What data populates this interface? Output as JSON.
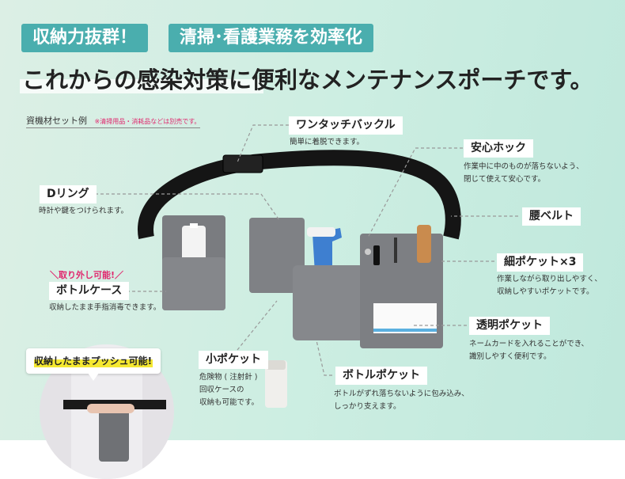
{
  "tags": [
    "収納力抜群！",
    "清掃･看護業務を効率化"
  ],
  "headline": "これからの感染対策に便利なメンテナンスポーチです。",
  "set_example": {
    "label": "資機材セット例",
    "note": "※清掃用品・消耗品などは別売です。"
  },
  "features": {
    "buckle": {
      "title": "ワンタッチバックル",
      "desc": [
        "簡単に着脱できます。"
      ]
    },
    "hook": {
      "title": "安心ホック",
      "desc": [
        "作業中に中のものが落ちないよう、",
        "閉じて使えて安心です。"
      ]
    },
    "dring": {
      "title": "Dリング",
      "desc": [
        "時計や鍵をつけられます。"
      ]
    },
    "belt": {
      "title": "腰ベルト"
    },
    "bottle_case": {
      "badge": "取り外し可能!",
      "title": "ボトルケース",
      "desc": [
        "収納したまま手指消毒できます。"
      ]
    },
    "slim_pocket": {
      "title": "細ポケット×3",
      "desc": [
        "作業しながら取り出しやすく、",
        "収納しやすいポケットです。"
      ]
    },
    "clear_pocket": {
      "title": "透明ポケット",
      "desc": [
        "ネームカードを入れることができ、",
        "識別しやすく便利です。"
      ]
    },
    "small_pocket": {
      "title": "小ポケット",
      "desc": [
        "危険物 ( 注射針 )",
        "回収ケースの",
        "収納も可能です。"
      ]
    },
    "bottle_pocket": {
      "title": "ボトルポケット",
      "desc": [
        "ボトルがずれ落ちないように包み込み、",
        "しっかり支えます。"
      ]
    }
  },
  "inset": {
    "bubble": "収納したままプッシュ可能!"
  },
  "colors": {
    "tag": "#4aaeae",
    "accent_red": "#e0286e",
    "highlight": "#f5e830"
  }
}
